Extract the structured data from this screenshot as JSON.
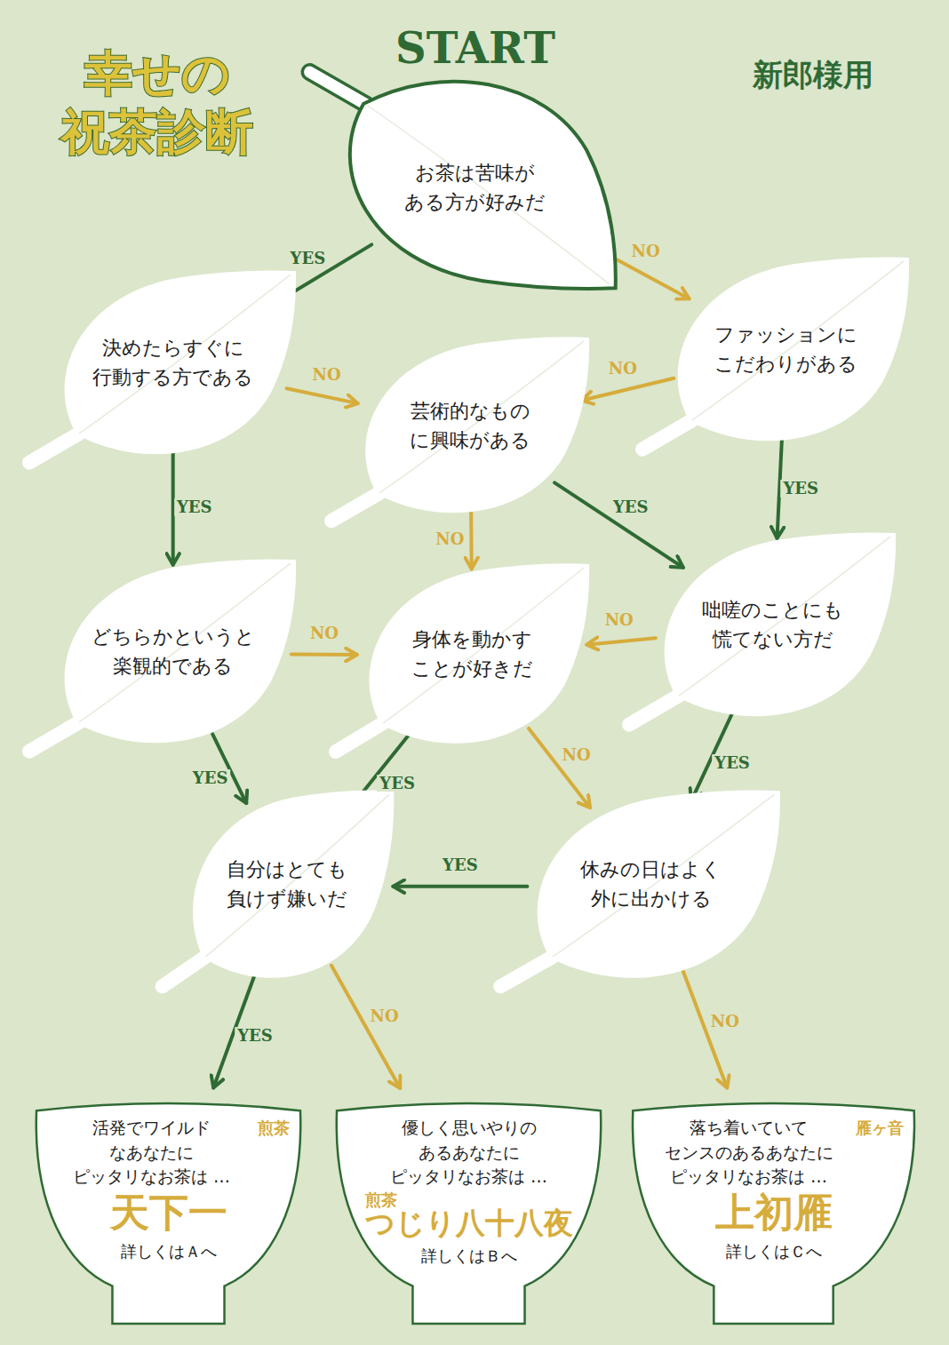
{
  "diagram": {
    "title": "幸せの 祝茶診断",
    "nodes": [
      {
        "text": [
          "お茶は苦味が ある方が好みだ"
        ]
      },
      {
        "text": [
          "決めたらすぐに 行動する方である"
        ]
      },
      {
        "text": [
          "芸術的なもの に興味がある"
        ]
      },
      {
        "text": [
          "ファッションに こだわりがある"
        ]
      },
      {
        "text": [
          "どちらかというと 楽観的である"
        ]
      },
      {
        "text": [
          "身体を動かす ことが好きだ"
        ]
      },
      {
        "text": [
          "咄嗟のことにも 慌てない方だ"
        ]
      },
      {
        "text": [
          "自分はとても 負けず嫌いだ"
        ]
      },
      {
        "text": [
          "休みの日はよく 外に出かける"
        ]
      },
      {
        "text": [
          "活発でワイルド なあなたに ピッタリなお茶は …",
          "煎茶",
          "天下一",
          "詳しくはＡへ"
        ]
      },
      {
        "text": [
          "優しく思いやりの あるあなたに ピッタリなお茶は …",
          "煎茶",
          "つじり八十八夜",
          "詳しくはＢへ"
        ]
      },
      {
        "text": [
          "落ち着いていて センスのあるあなたに ピッタリなお茶は …",
          "雁ヶ音",
          "上初雁",
          "詳しくはＣへ"
        ]
      }
    ],
    "edges": [
      {
        "from": 0,
        "to": 1,
        "label": "YES",
        "arrow": "to"
      },
      {
        "from": 0,
        "to": 3,
        "label": "NO",
        "arrow": "to"
      },
      {
        "from": 1,
        "to": 4,
        "label": "YES",
        "arrow": "to"
      },
      {
        "from": 1,
        "to": 2,
        "label": "NO",
        "arrow": "to"
      },
      {
        "from": 3,
        "to": 2,
        "label": "NO",
        "arrow": "to"
      },
      {
        "from": 3,
        "to": 6,
        "label": "YES",
        "arrow": "to"
      },
      {
        "from": 2,
        "to": 6,
        "label": "YES",
        "arrow": "to"
      },
      {
        "from": 2,
        "to": 5,
        "label": "NO",
        "arrow": "to"
      },
      {
        "from": 4,
        "to": 7,
        "label": "YES",
        "arrow": "to"
      },
      {
        "from": 4,
        "to": 5,
        "label": "NO",
        "arrow": "to"
      },
      {
        "from": 6,
        "to": 5,
        "label": "NO",
        "arrow": "to"
      },
      {
        "from": 6,
        "to": 8,
        "label": "YES",
        "arrow": "to"
      },
      {
        "from": 5,
        "to": 7,
        "label": "YES",
        "arrow": "to"
      },
      {
        "from": 5,
        "to": 8,
        "label": "NO",
        "arrow": "to"
      },
      {
        "from": 8,
        "to": 7,
        "label": "YES",
        "arrow": "to"
      },
      {
        "from": 8,
        "to": 11,
        "label": "NO",
        "arrow": "to"
      },
      {
        "from": 7,
        "to": 9,
        "label": "YES",
        "arrow": "to"
      },
      {
        "from": 7,
        "to": 10,
        "label": "NO",
        "arrow": "to"
      }
    ],
    "labels": [
      "START",
      "新郎様用"
    ]
  }
}
